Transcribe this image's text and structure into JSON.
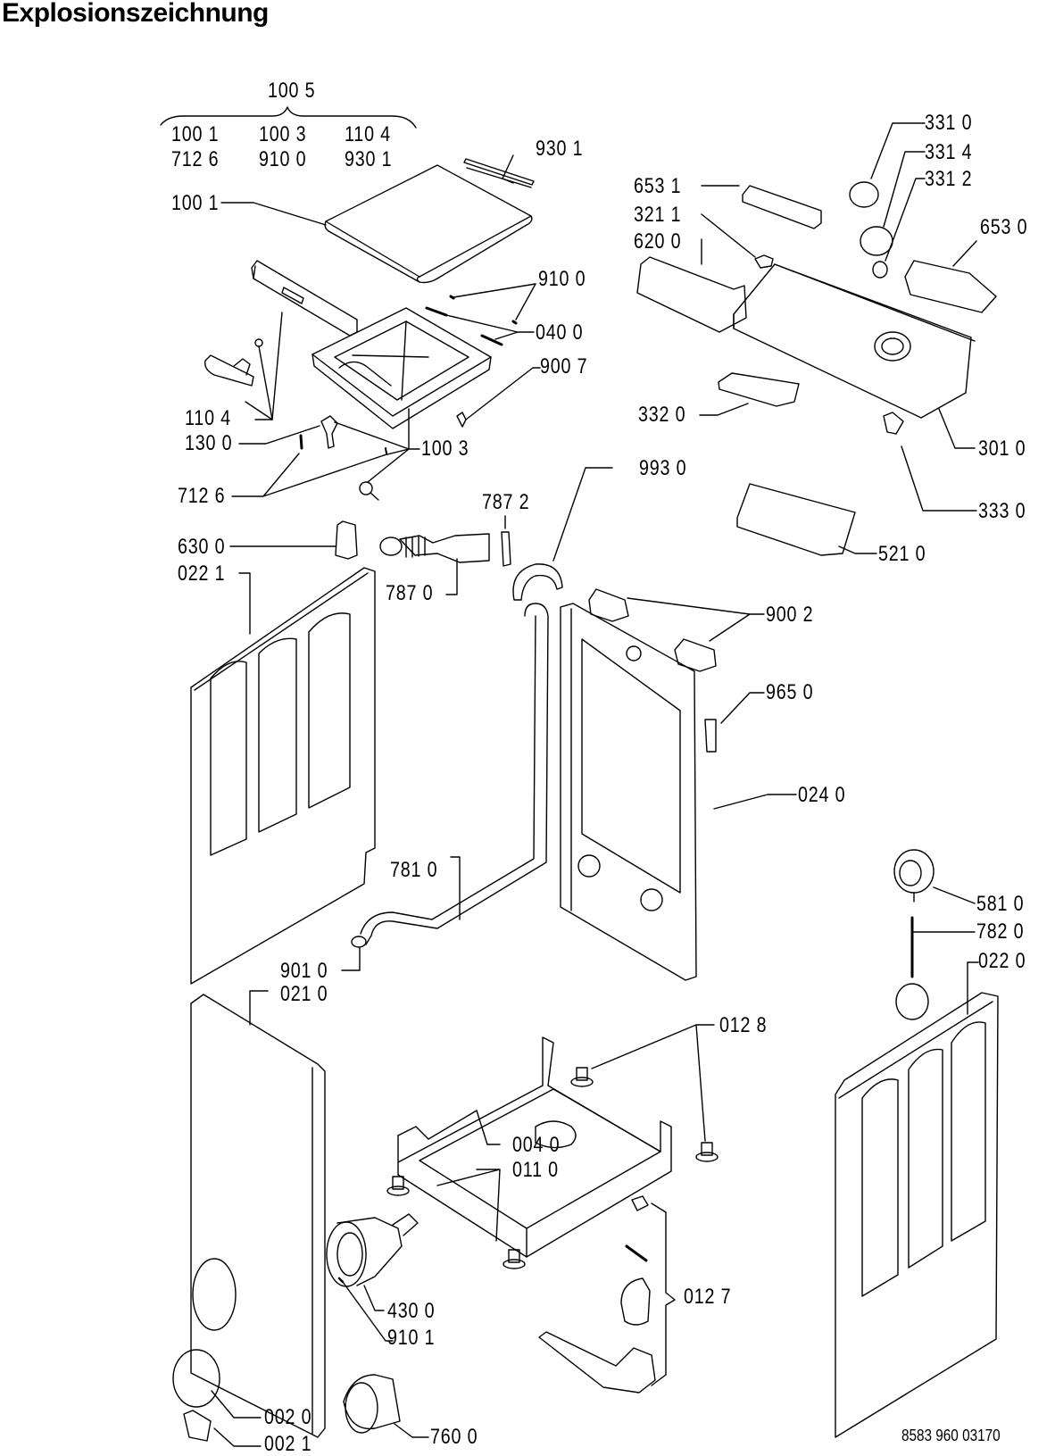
{
  "title": "Explosionszeichnung",
  "group": {
    "assembly": "100 5",
    "row1": [
      "100 1",
      "100 3",
      "110 4"
    ],
    "row2": [
      "712 6",
      "910 0",
      "930 1"
    ]
  },
  "labels": [
    {
      "id": "930-1",
      "text": "930 1"
    },
    {
      "id": "100-1",
      "text": "100 1"
    },
    {
      "id": "910-0",
      "text": "910 0"
    },
    {
      "id": "040-0",
      "text": "040 0"
    },
    {
      "id": "900-7",
      "text": "900 7"
    },
    {
      "id": "110-4",
      "text": "110 4"
    },
    {
      "id": "130-0",
      "text": "130 0"
    },
    {
      "id": "100-3",
      "text": "100 3"
    },
    {
      "id": "712-6",
      "text": "712 6"
    },
    {
      "id": "630-0",
      "text": "630 0"
    },
    {
      "id": "022-1",
      "text": "022 1"
    },
    {
      "id": "787-2",
      "text": "787 2"
    },
    {
      "id": "787-0",
      "text": "787 0"
    },
    {
      "id": "331-0",
      "text": "331 0"
    },
    {
      "id": "331-4",
      "text": "331 4"
    },
    {
      "id": "331-2",
      "text": "331 2"
    },
    {
      "id": "653-1",
      "text": "653 1"
    },
    {
      "id": "321-1",
      "text": "321 1"
    },
    {
      "id": "620-0",
      "text": "620 0"
    },
    {
      "id": "653-0",
      "text": "653 0"
    },
    {
      "id": "332-0",
      "text": "332 0"
    },
    {
      "id": "301-0",
      "text": "301 0"
    },
    {
      "id": "333-0",
      "text": "333 0"
    },
    {
      "id": "993-0",
      "text": "993 0"
    },
    {
      "id": "521-0",
      "text": "521 0"
    },
    {
      "id": "900-2",
      "text": "900 2"
    },
    {
      "id": "965-0",
      "text": "965 0"
    },
    {
      "id": "024-0",
      "text": "024 0"
    },
    {
      "id": "781-0",
      "text": "781 0"
    },
    {
      "id": "901-0",
      "text": "901 0"
    },
    {
      "id": "021-0",
      "text": "021 0"
    },
    {
      "id": "581-0",
      "text": "581 0"
    },
    {
      "id": "782-0",
      "text": "782 0"
    },
    {
      "id": "022-0",
      "text": "022 0"
    },
    {
      "id": "012-8",
      "text": "012 8"
    },
    {
      "id": "004-0",
      "text": "004 0"
    },
    {
      "id": "011-0",
      "text": "011 0"
    },
    {
      "id": "430-0",
      "text": "430 0"
    },
    {
      "id": "910-1",
      "text": "910 1"
    },
    {
      "id": "012-7",
      "text": "012 7"
    },
    {
      "id": "002-0",
      "text": "002 0"
    },
    {
      "id": "002-1",
      "text": "002 1"
    },
    {
      "id": "760-0",
      "text": "760 0"
    }
  ],
  "footer": "8583 960 03170"
}
